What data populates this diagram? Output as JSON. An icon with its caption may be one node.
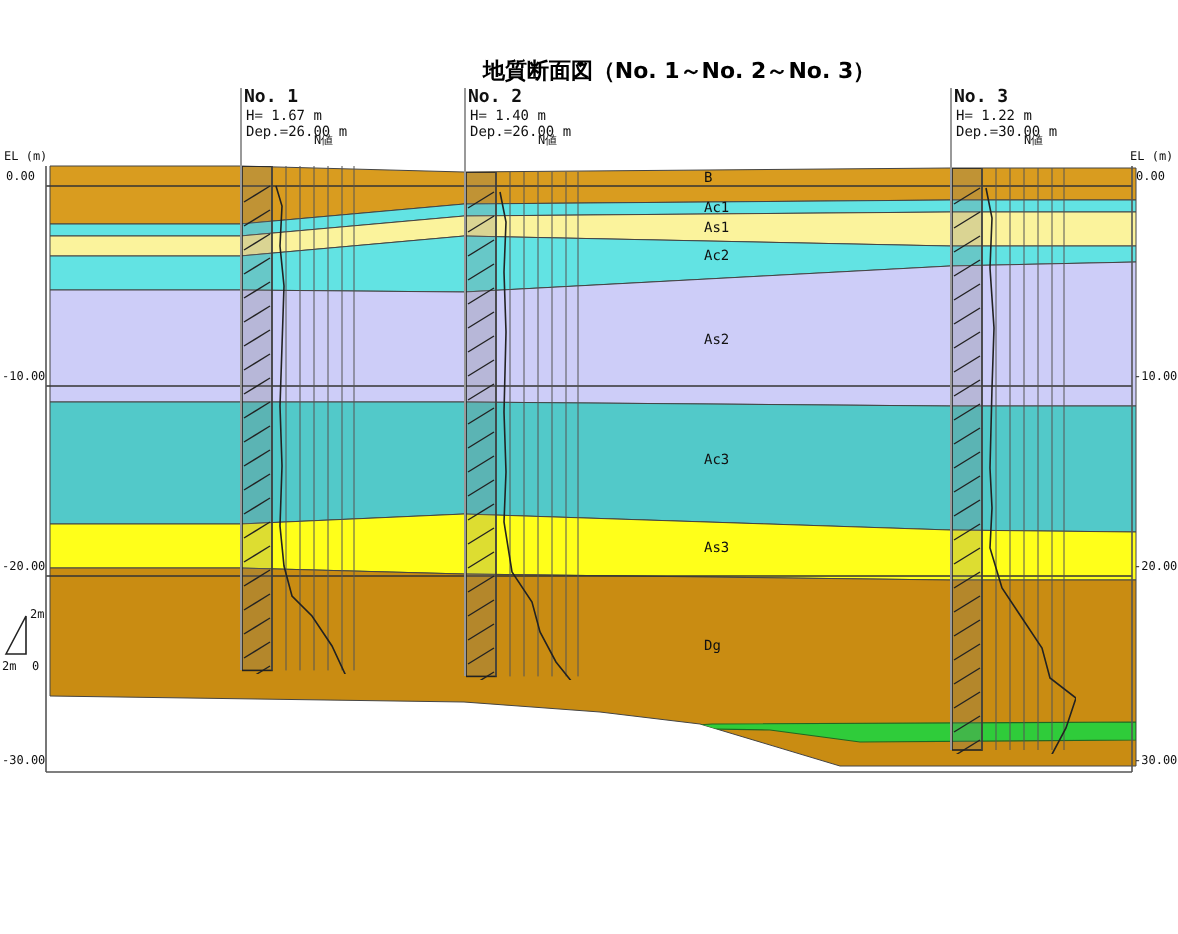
{
  "diagram": {
    "title": "地質断面図（No. 1～No. 2～No. 3）",
    "nodes": [
      {
        "text": [
          "B"
        ]
      },
      {
        "text": [
          "Ac1"
        ]
      },
      {
        "text": [
          "As1"
        ]
      },
      {
        "text": [
          "Ac2"
        ]
      },
      {
        "text": [
          "As2"
        ]
      },
      {
        "text": [
          "Ac3"
        ]
      },
      {
        "text": [
          "As3"
        ]
      },
      {
        "text": [
          "Dg"
        ]
      },
      {
        "text": [],
        "shape": "band",
        "in": 7
      },
      {
        "text": [
          "No. 1",
          "H= 1.67 m",
          "Dep.=26.00 m",
          "N値"
        ]
      },
      {
        "text": [
          "No. 2",
          "H= 1.40 m",
          "Dep.=26.00 m",
          "N値"
        ]
      },
      {
        "text": [
          "No. 3",
          "H= 1.22 m",
          "Dep.=30.00 m",
          "N値"
        ]
      }
    ],
    "labels": [
      "EL (m)",
      "0.00",
      "-10.00",
      "-20.00",
      "-30.00",
      "EL (m)",
      "0.00",
      "-10.00",
      "-20.00",
      "-30.00",
      "2m",
      "2m",
      "0"
    ]
  }
}
